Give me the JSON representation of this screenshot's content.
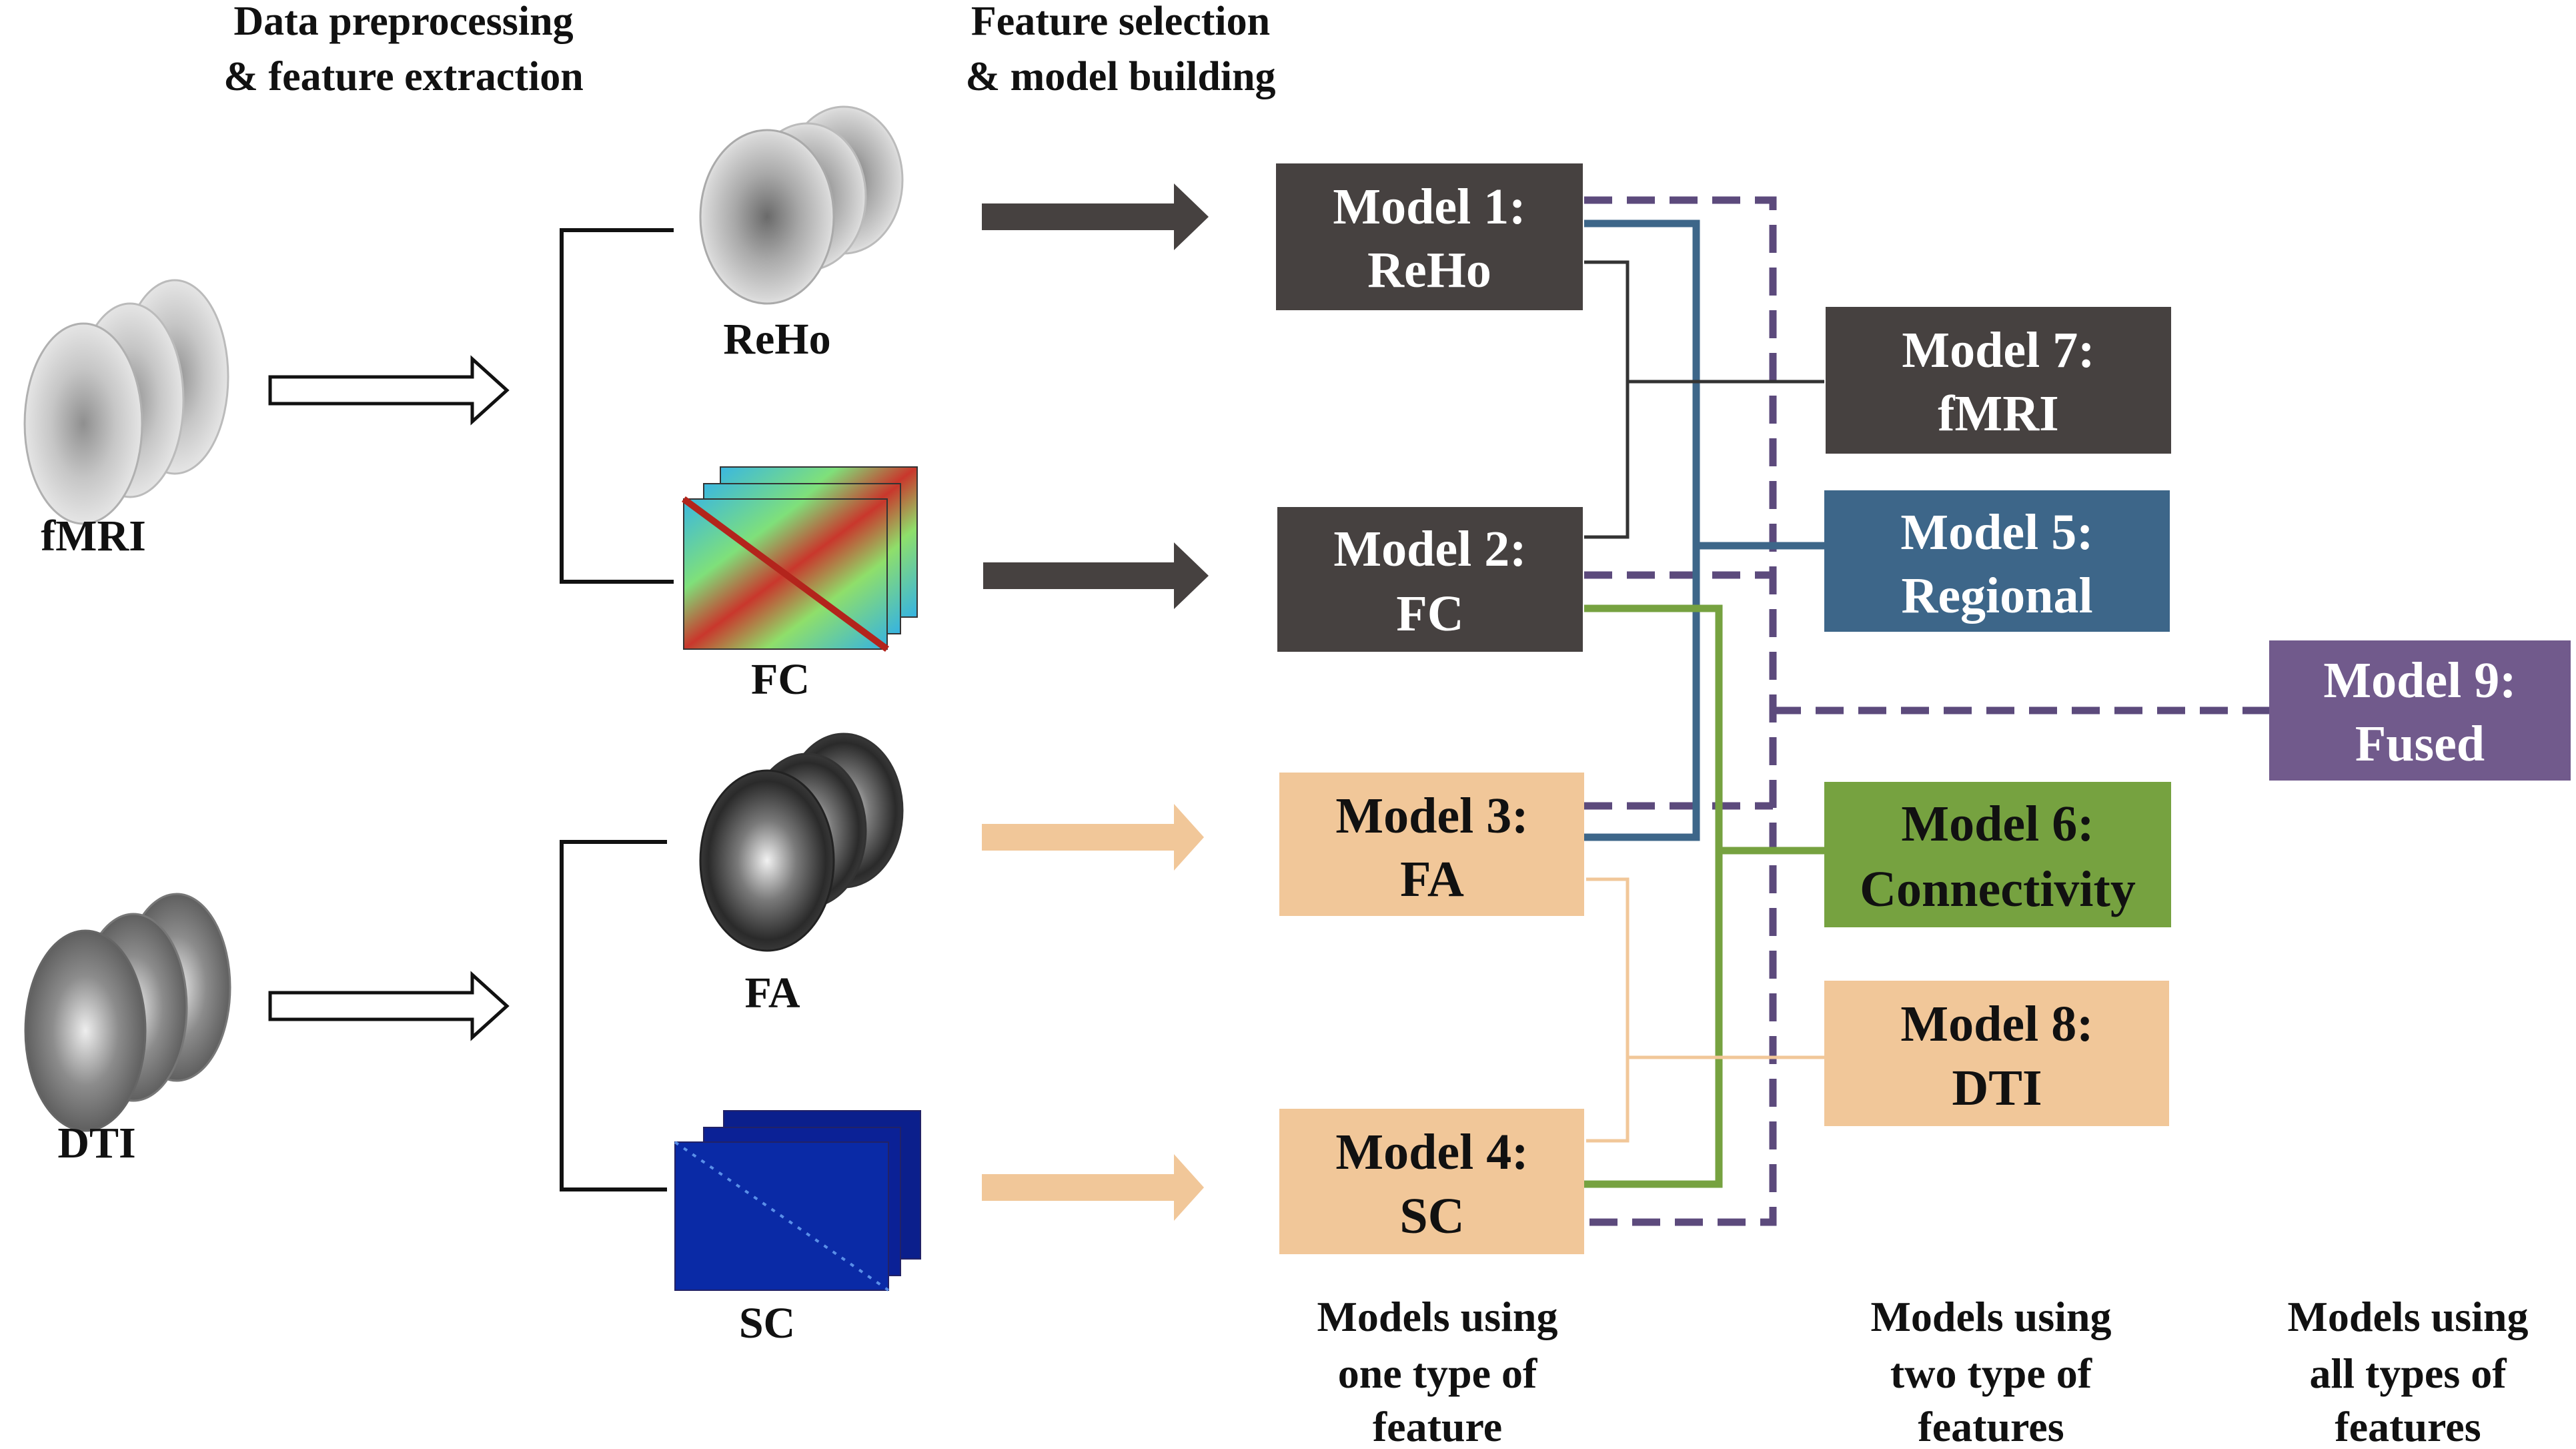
{
  "headers": {
    "col1": [
      "Data preprocessing",
      "& feature extraction"
    ],
    "col2": [
      "Feature selection",
      "& model building"
    ]
  },
  "inputs": {
    "fmri": "fMRI",
    "dti": "DTI"
  },
  "features": {
    "reho": "ReHo",
    "fc": "FC",
    "fa": "FA",
    "sc": "SC"
  },
  "models": {
    "m1": {
      "line1": "Model 1:",
      "line2": "ReHo"
    },
    "m2": {
      "line1": "Model 2:",
      "line2": "FC"
    },
    "m3": {
      "line1": "Model 3:",
      "line2": "FA"
    },
    "m4": {
      "line1": "Model 4:",
      "line2": "SC"
    },
    "m5": {
      "line1": "Model 5:",
      "line2": "Regional"
    },
    "m6": {
      "line1": "Model 6:",
      "line2": "Connectivity"
    },
    "m7": {
      "line1": "Model 7:",
      "line2": "fMRI"
    },
    "m8": {
      "line1": "Model 8:",
      "line2": "DTI"
    },
    "m9": {
      "line1": "Model 9:",
      "line2": "Fused"
    }
  },
  "footers": {
    "one": [
      "Models using",
      "one type of",
      "feature"
    ],
    "two": [
      "Models using",
      "two type of",
      "features"
    ],
    "all": [
      "Models using",
      "all types of",
      "features"
    ]
  },
  "colors": {
    "dark": "#464140",
    "peach": "#f1c799",
    "blue": "#3d6689",
    "green": "#76a240",
    "purple": "#715a8c",
    "purple_dash": "#5c4a7c"
  }
}
